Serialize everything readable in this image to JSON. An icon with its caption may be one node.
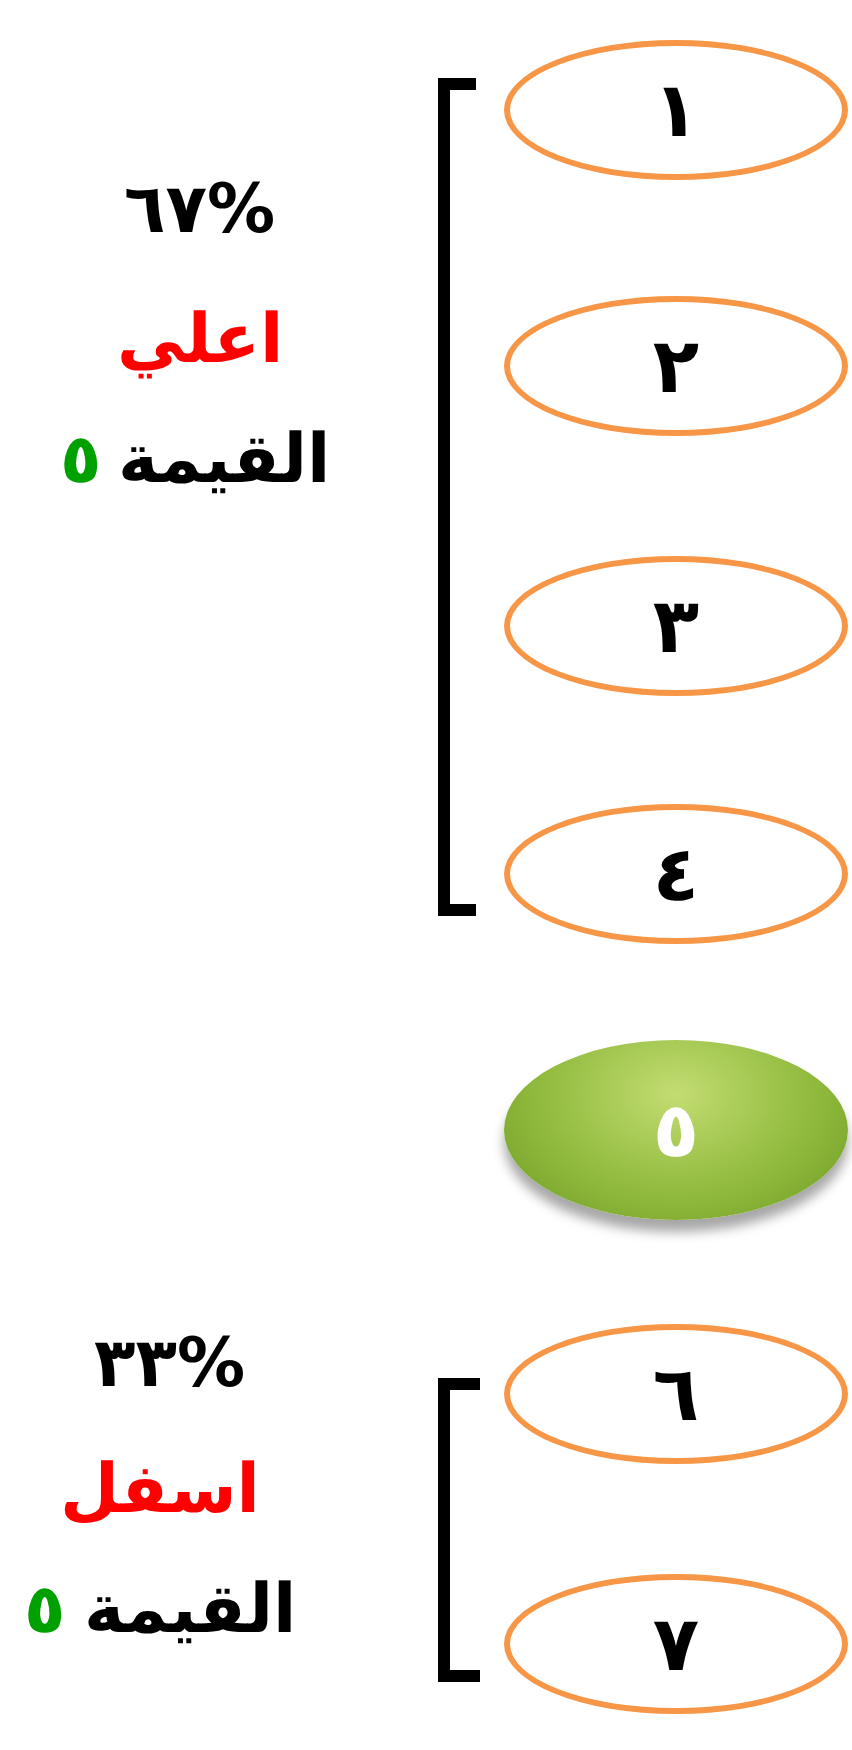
{
  "diagram": {
    "nodes": [
      {
        "text": [
          "١"
        ]
      },
      {
        "text": [
          "٢"
        ]
      },
      {
        "text": [
          "٣"
        ]
      },
      {
        "text": [
          "٤"
        ]
      },
      {
        "text": [
          "٥"
        ]
      },
      {
        "text": [
          "٦"
        ]
      },
      {
        "text": [
          "٧"
        ]
      }
    ],
    "labels": [
      "%٦٧",
      "اعلي",
      "القيمة",
      "٥",
      "%٣٣",
      "اسفل",
      "القيمة",
      "٥"
    ]
  }
}
